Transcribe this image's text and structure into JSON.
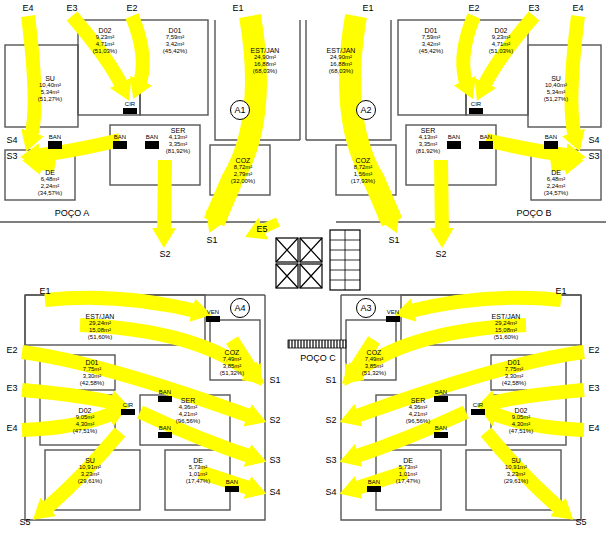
{
  "diagram": {
    "nodes": [
      {
        "text": [
          "A1"
        ]
      },
      {
        "text": [
          "A2"
        ]
      },
      {
        "text": [
          "A4"
        ]
      },
      {
        "text": [
          "A3"
        ]
      }
    ],
    "labels": [
      "D02",
      "9,23m²",
      "4,71m²",
      "(51,03%)",
      "D01",
      "7,59m²",
      "3,42m²",
      "(45,42%)",
      "EST/JAN",
      "24,90m²",
      "16,88m²",
      "(68,03%)",
      "SU",
      "10,40m²",
      "5,34m²",
      "(51,27%)",
      "DE",
      "6,48m²",
      "2,24m²",
      "(34,57%)",
      "SER",
      "4,13m²",
      "3,35m²",
      "(81,92%)",
      "COZ",
      "8,72m²",
      "2,79m²",
      "(32,00%)",
      "D02",
      "9,23m²",
      "4,71m²",
      "(51,03%)",
      "D01",
      "7,59m²",
      "3,42m²",
      "(45,42%)",
      "EST/JAN",
      "24,90m²",
      "16,88m²",
      "(68,03%)",
      "SU",
      "10,40m²",
      "5,34m²",
      "(51,27%)",
      "DE",
      "6,48m²",
      "2,24m²",
      "(34,57%)",
      "SER",
      "4,13m²",
      "3,35m²",
      "(81,92%)",
      "COZ",
      "8,72m²",
      "1,56m²",
      "(17,93%)",
      "EST/JAN",
      "29,24m²",
      "15,08m²",
      "(51,60%)",
      "COZ",
      "7,49m²",
      "3,85m²",
      "(51,32%)",
      "D01",
      "7,75m²",
      "3,30m²",
      "(42,58%)",
      "SER",
      "4,36m²",
      "4,21m²",
      "(96,56%)",
      "D02",
      "9,05m²",
      "4,30m²",
      "(47,51%)",
      "SU",
      "10,91m²",
      "3,23m²",
      "(29,61%)",
      "DE",
      "5,73m²",
      "1,01m²",
      "(17,47%)",
      "EST/JAN",
      "29,24m²",
      "15,08m²",
      "(51,60%)",
      "COZ",
      "7,49m²",
      "3,85m²",
      "(51,32%)",
      "D01",
      "7,75m²",
      "3,30m²",
      "(42,58%)",
      "SER",
      "4,36m²",
      "4,21m²",
      "(96,56%)",
      "D02",
      "9,05m²",
      "4,30m²",
      "(47,51%)",
      "SU",
      "10,91m²",
      "3,23m²",
      "(29,61%)",
      "DE",
      "5,73m²",
      "1,01m²",
      "(17,47%)",
      "E4",
      "E3",
      "E2",
      "E1",
      "S4",
      "S3",
      "S1",
      "S2",
      "POÇO A",
      "CIR",
      "BAN",
      "BAN",
      "BAN",
      "E4",
      "E3",
      "E2",
      "E1",
      "S4",
      "S3",
      "S1",
      "S2",
      "POÇO B",
      "CIR",
      "BAN",
      "BAN",
      "BAN",
      "E1",
      "E2",
      "E3",
      "E4",
      "S1",
      "S2",
      "S3",
      "S4",
      "S5",
      "CIR",
      "BAN",
      "BAN",
      "BAN",
      "VEN",
      "E1",
      "E2",
      "E3",
      "E4",
      "S1",
      "S2",
      "S3",
      "S4",
      "S5",
      "CIR",
      "BAN",
      "BAN",
      "BAN",
      "VEN",
      "E5",
      "POÇO C"
    ]
  }
}
